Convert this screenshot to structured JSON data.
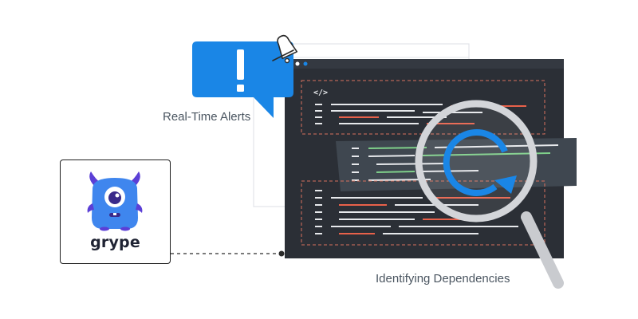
{
  "labels": {
    "alerts": "Real-Time Alerts",
    "dependencies": "Identifying Dependencies"
  },
  "logo": {
    "name": "grype",
    "icon": "grype-monster-logo"
  },
  "editor": {
    "tag_icon": "</>",
    "icons": [
      "code-tag-icon",
      "refresh-icon",
      "magnifier-icon",
      "bell-icon",
      "alert-bubble-icon"
    ]
  },
  "colors": {
    "alert_blue": "#1a86e6",
    "editor_bg": "#2b2f36",
    "highlight_bg": "#3f4750",
    "code_red": "#e8614a",
    "code_green": "#7fd08a",
    "code_white": "#e7e9ec",
    "dashed_border": "#d9725e",
    "logo_blue": "#3f86ee",
    "logo_purple": "#5b3fd6"
  }
}
